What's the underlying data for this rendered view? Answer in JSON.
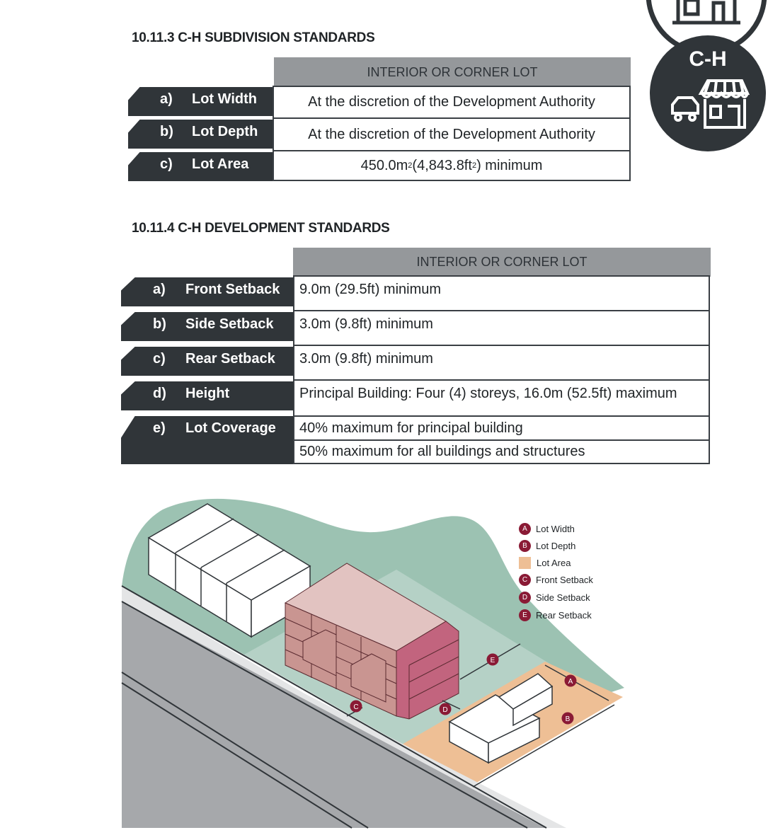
{
  "badge": {
    "text": "C-H"
  },
  "subdivision": {
    "title": "10.11.3 C-H SUBDIVISION STANDARDS",
    "header": "INTERIOR OR CORNER LOT",
    "rows": [
      {
        "letter": "a)",
        "label": "Lot Width",
        "value": "At the discretion of the Development Authority"
      },
      {
        "letter": "b)",
        "label": "Lot Depth",
        "value": "At the discretion of the Development Authority"
      },
      {
        "letter": "c)",
        "label": "Lot Area",
        "value_main": "450.0m",
        "value_sup1": "2",
        "value_mid": " (4,843.8ft",
        "value_sup2": "2",
        "value_end": ") minimum"
      }
    ]
  },
  "development": {
    "title": "10.11.4 C-H DEVELOPMENT STANDARDS",
    "header": "INTERIOR OR CORNER LOT",
    "rows": [
      {
        "letter": "a)",
        "label": "Front Setback",
        "values": [
          "9.0m (29.5ft) minimum"
        ]
      },
      {
        "letter": "b)",
        "label": "Side Setback",
        "values": [
          "3.0m (9.8ft) minimum"
        ]
      },
      {
        "letter": "c)",
        "label": "Rear Setback",
        "values": [
          "3.0m (9.8ft) minimum"
        ]
      },
      {
        "letter": "d)",
        "label": "Height",
        "values": [
          "Principal Building: Four (4) storeys, 16.0m (52.5ft) maximum"
        ]
      },
      {
        "letter": "e)",
        "label": "Lot Coverage",
        "values": [
          "40% maximum for principal building",
          "50% maximum for all buildings and structures"
        ]
      }
    ]
  },
  "legend": [
    {
      "marker": "A",
      "label": "Lot Width"
    },
    {
      "marker": "B",
      "label": "Lot Depth"
    },
    {
      "marker": "",
      "label": "Lot Area"
    },
    {
      "marker": "C",
      "label": "Front Setback"
    },
    {
      "marker": "D",
      "label": "Side Setback"
    },
    {
      "marker": "E",
      "label": "Rear Setback"
    }
  ],
  "diagram_markers": [
    "A",
    "B",
    "C",
    "D",
    "E"
  ],
  "colors": {
    "dark": "#303539",
    "header_gray": "#95989b",
    "marker": "#8a1a35",
    "lot_area": "#eebf95",
    "green": "#9cc2b2",
    "building": "#d9aaa8",
    "road": "#a6a8ab"
  }
}
